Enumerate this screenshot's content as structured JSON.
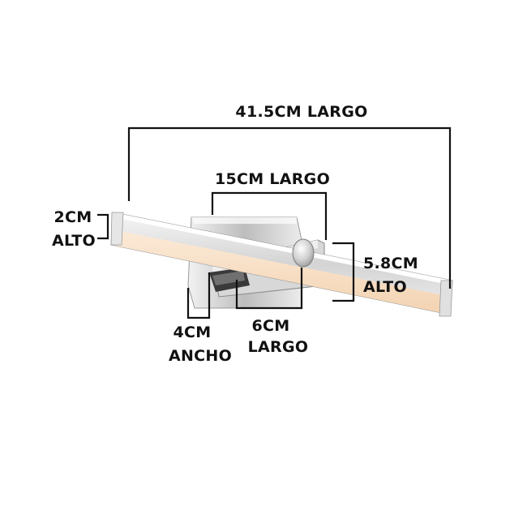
{
  "dimensions": {
    "total_length": "41.5CM LARGO",
    "bracket_length": "15CM LARGO",
    "bar_height_value": "2CM",
    "bar_height_word": "ALTO",
    "overall_height_value": "5.8CM",
    "overall_height_word": "ALTO",
    "depth_value": "4CM",
    "depth_word": "ANCHO",
    "base_length_value": "6CM",
    "base_length_word": "LARGO"
  },
  "colors": {
    "background": "#ffffff",
    "annotation": "#111111",
    "chrome": "#d9d9d9",
    "led_glow": "#f6dcc0"
  }
}
